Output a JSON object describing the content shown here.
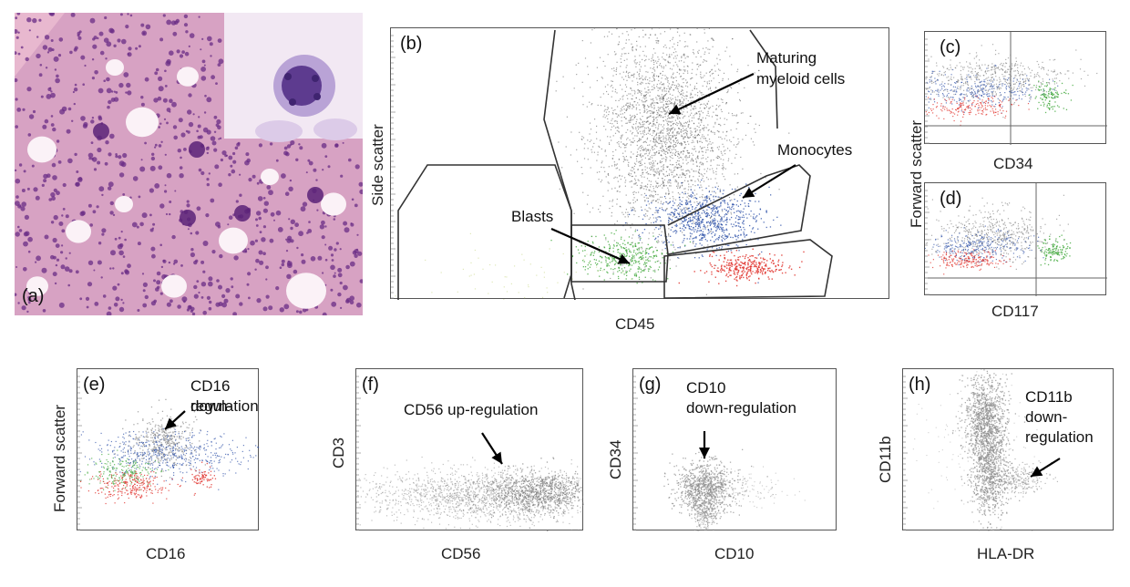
{
  "panels": {
    "a": {
      "label": "(a)"
    },
    "b": {
      "label": "(b)",
      "xlabel": "CD45",
      "ylabel": "Side scatter",
      "annotations": {
        "maturing": [
          "Maturing",
          "myeloid cells"
        ],
        "monocytes": "Monocytes",
        "blasts": "Blasts"
      }
    },
    "c": {
      "label": "(c)",
      "xlabel": "CD34"
    },
    "d": {
      "label": "(d)",
      "xlabel": "CD117"
    },
    "cd_ylabel": "Forward  scatter",
    "e": {
      "label": "(e)",
      "xlabel": "CD16",
      "ylabel": "Forward scatter",
      "annotation": [
        "CD16 down-",
        "regulation"
      ]
    },
    "f": {
      "label": "(f)",
      "xlabel": "CD56",
      "ylabel": "CD3",
      "annotation": "CD56 up-regulation"
    },
    "g": {
      "label": "(g)",
      "xlabel": "CD10",
      "ylabel": "CD34",
      "annotation": [
        "CD10",
        "down-regulation"
      ]
    },
    "h": {
      "label": "(h)",
      "xlabel": "HLA-DR",
      "ylabel": "CD11b",
      "annotation": [
        "CD11b",
        "down-",
        "regulation"
      ]
    }
  },
  "colors": {
    "gray": "#8a8a8a",
    "blue": "#2b4fa8",
    "red": "#e0302a",
    "green": "#3ea83a",
    "tissue_bg": "#d9a6c4",
    "nucleus": "#6a2c86"
  }
}
